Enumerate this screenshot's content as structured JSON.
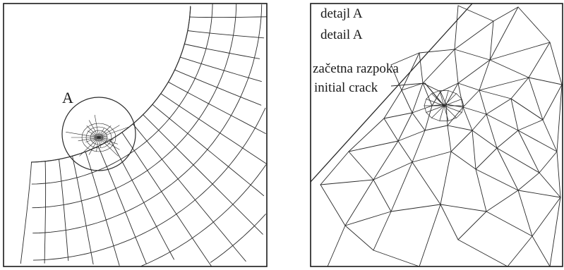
{
  "left": {
    "detail_marker": "A"
  },
  "right": {
    "title_si": "detajl A",
    "title_en": "detail A",
    "crack_si": "začetna razpoka",
    "crack_en": "initial crack"
  },
  "colors": {
    "line": "#2a2a2a",
    "frame": "#1a1a1a",
    "background": "#ffffff"
  }
}
